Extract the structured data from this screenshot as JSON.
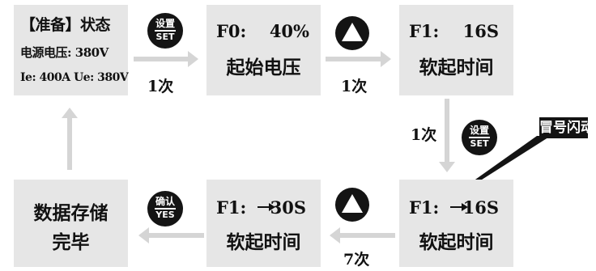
{
  "states": {
    "ready": {
      "title": "【准备】状态",
      "voltage_line": "电源电压: 380V",
      "current_line": "Ie: 400A  Ue: 380V"
    },
    "f0": {
      "code": "F0:",
      "value": "40%",
      "name": "起始电压"
    },
    "f1": {
      "code": "F1:",
      "value": "16S",
      "name": "软起时间"
    },
    "f1_edit_16": {
      "code": "F1:",
      "value": "16S",
      "name": "软起时间"
    },
    "f1_edit_30": {
      "code": "F1:",
      "value": "30S",
      "name": "软起时间"
    },
    "save": {
      "line1": "数据存储",
      "line2": "完毕"
    }
  },
  "buttons": {
    "set": {
      "top": "设置",
      "bottom": "SET"
    },
    "confirm": {
      "top": "确认",
      "bottom": "YES"
    },
    "up_icon": "up-triangle-icon"
  },
  "counts": {
    "ready_to_f0": "1次",
    "f0_to_f1": "1次",
    "f1_to_edit": "1次",
    "edit_to_30": "7次"
  },
  "callout": {
    "text": "冒号闪动"
  },
  "colors": {
    "box": "#e6e6e6",
    "arrow": "#d5d5d5",
    "button": "#141414",
    "text": "#111111"
  }
}
